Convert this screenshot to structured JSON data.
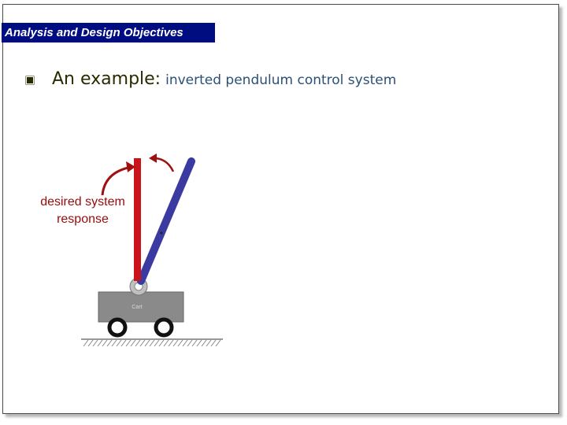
{
  "slide": {
    "banner_title": "Analysis and Design Objectives",
    "heading_lead": "An example:",
    "heading_rest": "inverted pendulum control system",
    "bullet_icon": "square-bullet-icon"
  },
  "diagram": {
    "label_line1": "desired system",
    "label_line2": "response",
    "cart_label": "Cart",
    "colors": {
      "desired_pendulum": "#c8141a",
      "actual_pendulum": "#3a3aa0",
      "cart": "#8a8a8a",
      "arrow": "#a01010"
    }
  }
}
